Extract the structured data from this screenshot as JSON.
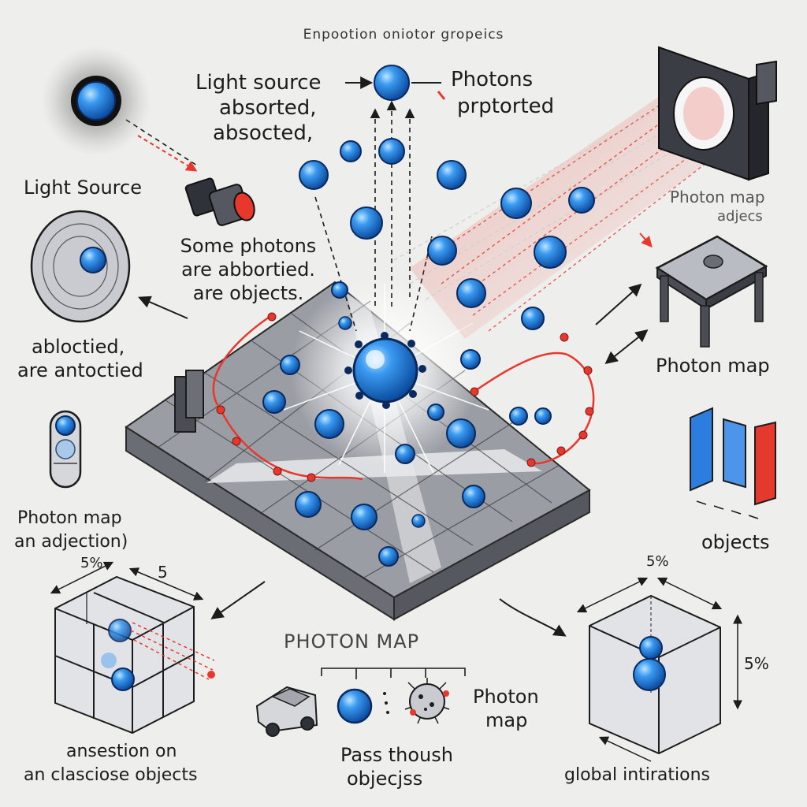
{
  "title": "Enpootion oniotor gropeics",
  "labels": {
    "light_source_top": "Light source",
    "absorted": "absorted,",
    "absocted": "absocted,",
    "photons": "Photons",
    "protorted": "prptorted",
    "light_source_left": "Light Source",
    "photon_map_objec_1": "Photon map",
    "photon_map_objec_2": "adjecs",
    "some_photons_1": "Some photons",
    "some_photons_2": "are abbortied.",
    "some_photons_3": "are objects.",
    "abloctied_1": "abloctied,",
    "abloctied_2": "are antoctied",
    "photon_map_right": "Photon map",
    "photon_map_left_1": "Photon map",
    "photon_map_left_2": "an adjection)",
    "objects_right": "objects",
    "five_pct_left": "5%",
    "five_left": "5",
    "five_pct_top_right": "5%",
    "five_pct_right": "5%",
    "photon_map_center": "PHOTON MAP",
    "photon_map_small_1": "Photon",
    "photon_map_small_2": "map",
    "pass_through_1": "Pass thoush",
    "pass_through_2": "objecjss",
    "ansestion_1": "ansestion on",
    "ansestion_2": "an clasciose objects",
    "global_illum": "global intirations"
  },
  "colors": {
    "photon": "#1f7fe0",
    "photon_dark": "#0a3f8c",
    "ray": "#e8382e",
    "floor": "#8c8f96",
    "floor_light": "#c9cbd0",
    "ink": "#1c1c1c",
    "bar_blue": "#2d7de0",
    "bar_red": "#e6392d"
  }
}
